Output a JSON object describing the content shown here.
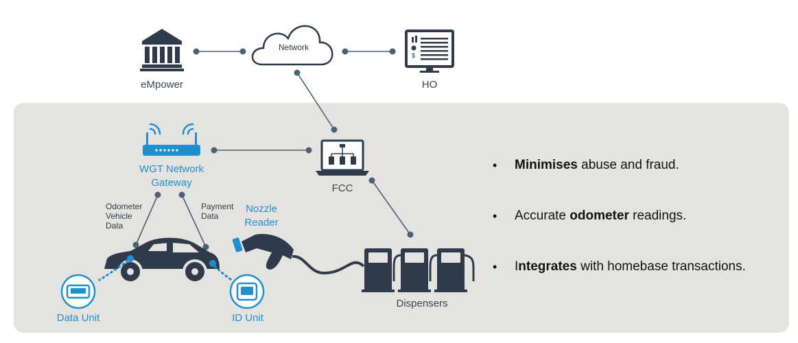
{
  "nodes": {
    "empower": "eMpower",
    "network": "Network",
    "ho": "HO",
    "gateway_line1": "WGT Network",
    "gateway_line2": "Gateway",
    "fcc": "FCC",
    "odometer_line1": "Odometer",
    "odometer_line2": "Vehicle",
    "odometer_line3": "Data",
    "payment_line1": "Payment",
    "payment_line2": "Data",
    "nozzle_line1": "Nozzle",
    "nozzle_line2": "Reader",
    "data_unit": "Data Unit",
    "id_unit": "ID Unit",
    "dispensers": "Dispensers"
  },
  "bullets": [
    {
      "bold": "Minimises",
      "rest": " abuse and fraud."
    },
    {
      "pre": "Accurate ",
      "bold": "odometer",
      "rest": " readings."
    },
    {
      "pre": "I",
      "bold": "ntegrates",
      "rest": " with homebase transactions."
    }
  ],
  "colors": {
    "panel": "#e4e3df",
    "icon": "#2f3a4a",
    "connector": "#4a6274",
    "accent_blue": "#1f8fd0",
    "label": "#3b4452"
  },
  "icons": [
    "bank-icon",
    "cloud-icon",
    "monitor-chart-icon",
    "router-icon",
    "laptop-icon",
    "car-icon",
    "fuel-nozzle-icon",
    "fuel-pump-icon",
    "data-unit-icon",
    "id-unit-icon"
  ]
}
